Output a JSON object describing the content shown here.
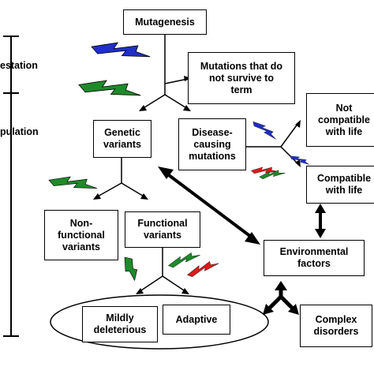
{
  "timeline": {
    "gestation_label": "estation",
    "population_label": "pulation"
  },
  "nodes": {
    "mutagenesis": "Mutagenesis",
    "mutations_not_surviving": "Mutations that do\nnot survive to\nterm",
    "genetic_variants": "Genetic\nvariants",
    "disease_causing_mutations": "Disease-\ncausing\nmutations",
    "not_compatible_with_life": "Not\ncompatible\nwith life",
    "compatible_with_life": "Compatible\nwith life",
    "non_functional_variants": "Non-\nfunctional\nvariants",
    "functional_variants": "Functional\nvariants",
    "environmental_factors": "Environmental\nfactors",
    "mildly_deleterious": "Mildly\ndeleterious",
    "adaptive": "Adaptive",
    "complex_disorders": "Complex\ndisorders"
  },
  "colors": {
    "blue_bolt": "#1f2fc8",
    "green_bolt": "#1f8a2a",
    "red_bolt": "#e01818",
    "outline": "#000000"
  }
}
